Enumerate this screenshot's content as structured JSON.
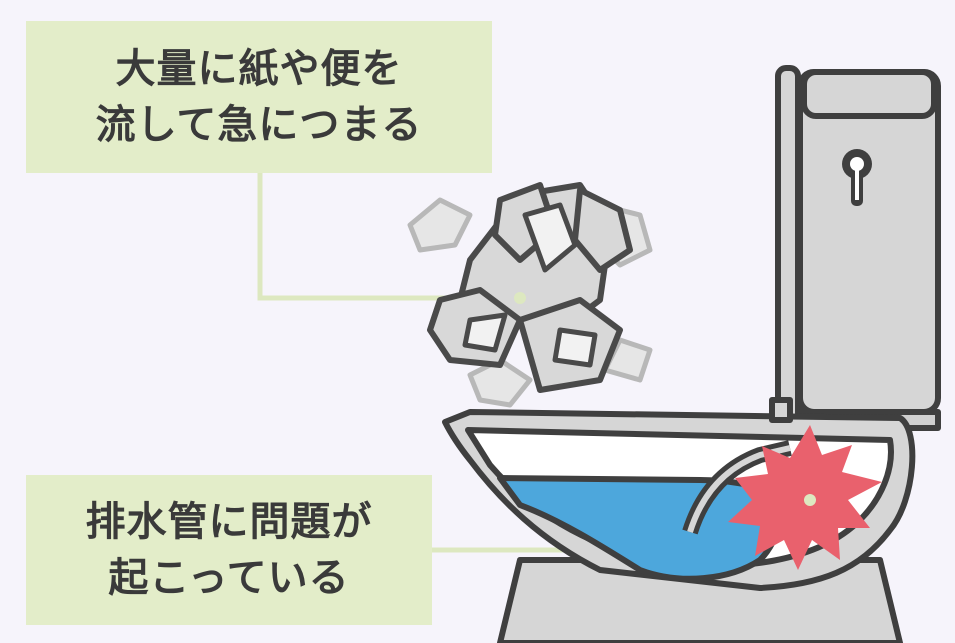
{
  "callouts": {
    "top": {
      "line1": "大量に紙や便を",
      "line2": "流して急につまる"
    },
    "bottom": {
      "line1": "排水管に問題が",
      "line2": "起こっている"
    }
  },
  "colors": {
    "background": "#f6f4fb",
    "callout_bg": "#e3edc9",
    "leader_line": "#dde8c0",
    "water": "#4da7dc",
    "toilet_body": "#d6d6d6",
    "outline": "#3f3f3f",
    "burst": "#e9616d"
  },
  "icons": [
    "crumpled-paper-icon",
    "toilet-icon",
    "keyhole-icon",
    "burst-icon"
  ]
}
